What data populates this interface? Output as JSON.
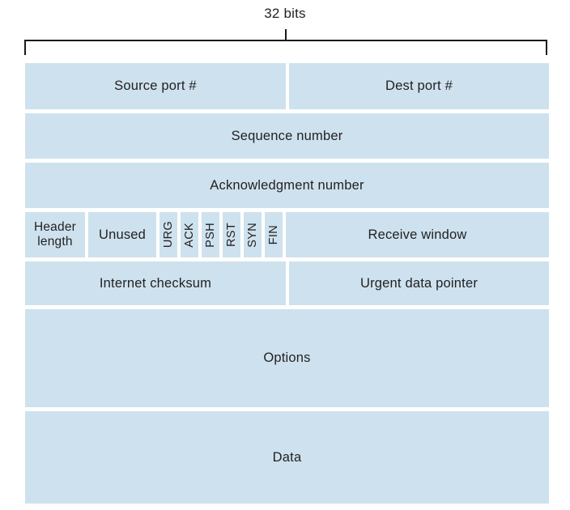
{
  "diagram": {
    "title": "32 bits",
    "colors": {
      "cell_fill": "#cde2ee",
      "text": "#231f20",
      "line": "#1a1a1a"
    },
    "fields": {
      "source_port": "Source port #",
      "dest_port": "Dest port #",
      "sequence_number": "Sequence number",
      "ack_number": "Acknowledgment number",
      "header_length": "Header\nlength",
      "unused": "Unused",
      "flags": [
        "URG",
        "ACK",
        "PSH",
        "RST",
        "SYN",
        "FIN"
      ],
      "receive_window": "Receive window",
      "internet_checksum": "Internet checksum",
      "urgent_data_pointer": "Urgent data pointer",
      "options": "Options",
      "data": "Data"
    }
  }
}
